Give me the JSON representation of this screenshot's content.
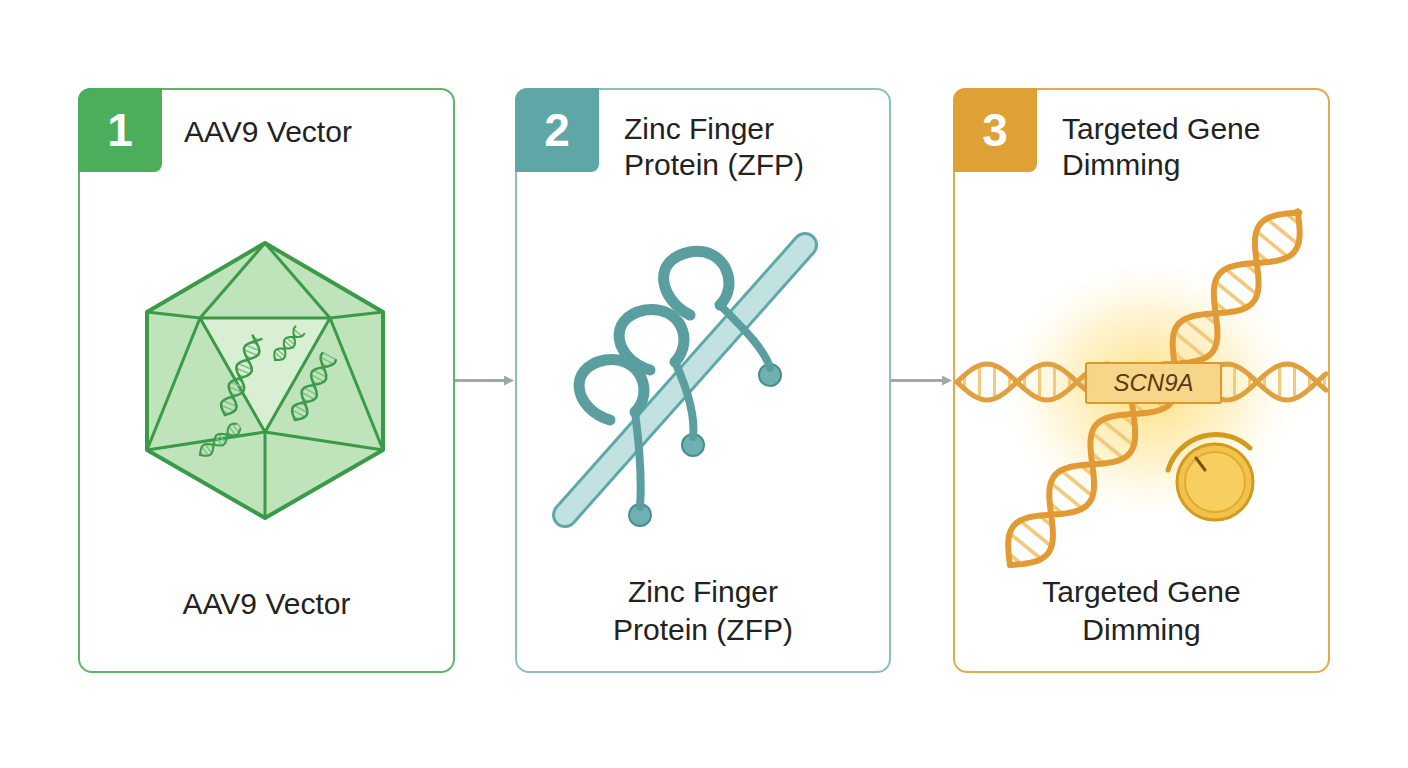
{
  "diagram": {
    "nodes": [
      {
        "text": [
          "AAV9 Vector",
          "AAV9 Vector"
        ]
      },
      {
        "text": [
          "1"
        ],
        "in": 0
      },
      {
        "text": [
          "Zinc Finger Protein (ZFP)",
          "Zinc Finger Protein (ZFP)"
        ]
      },
      {
        "text": [
          "2"
        ],
        "in": 2
      },
      {
        "text": [
          "Targeted Gene Dimming",
          "Targeted Gene Dimming"
        ]
      },
      {
        "text": [
          "3"
        ],
        "in": 4
      },
      {
        "text": [
          "SCN9A"
        ],
        "in": 4
      }
    ],
    "edges": [
      {
        "from": 0,
        "to": 2,
        "arrow": "to"
      },
      {
        "from": 2,
        "to": 4,
        "arrow": "to"
      }
    ]
  }
}
